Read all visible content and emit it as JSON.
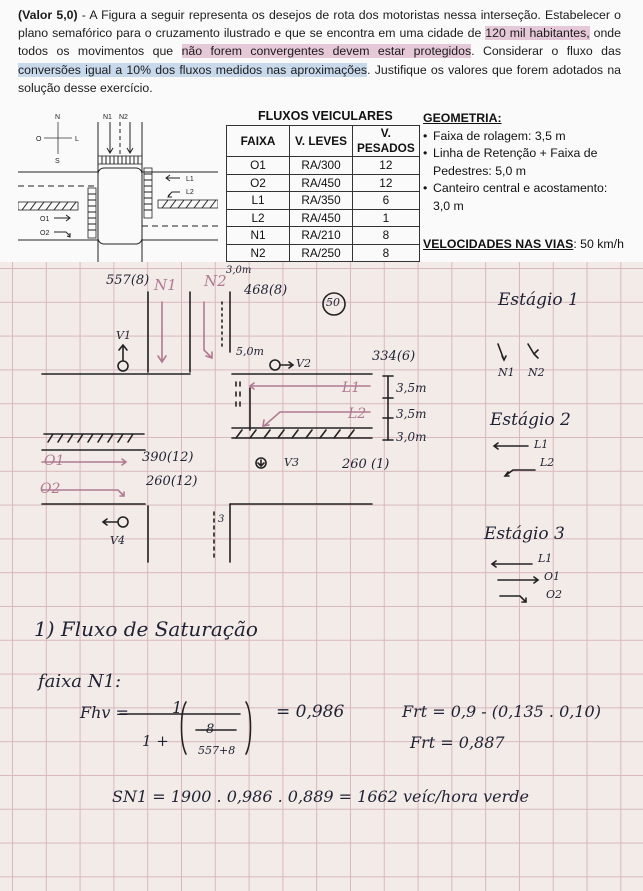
{
  "question": {
    "points": "(Valor 5,0)",
    "text_1": " - A Figura a seguir representa os desejos de rota dos motoristas nessa interseção. Estabelecer o plano semafórico para o cruzamento ilustrado e que se encontra em uma cidade de ",
    "hl_1": "120 mil habitantes,",
    "text_2": " onde todos os movimentos que ",
    "hl_2": "não forem convergentes devem estar protegidos",
    "text_3": ". Considerar o fluxo das ",
    "hl_3": "conversões igual a 10% dos fluxos medidos nas aproximações",
    "text_4": ". Justifique os valores que forem adotados na solução desse exercício."
  },
  "diagram": {
    "compass_n": "N",
    "compass_s": "S",
    "compass_o": "O",
    "compass_l": "L",
    "lane_n1": "N1",
    "lane_n2": "N2",
    "lane_l1": "L1",
    "lane_l2": "L2",
    "lane_o1": "O1",
    "lane_o2": "O2"
  },
  "table": {
    "title": "FLUXOS VEICULARES",
    "headers": [
      "FAIXA",
      "V. LEVES",
      "V. PESADOS"
    ],
    "rows": [
      [
        "O1",
        "RA/300",
        "12"
      ],
      [
        "O2",
        "RA/450",
        "12"
      ],
      [
        "L1",
        "RA/350",
        "6"
      ],
      [
        "L2",
        "RA/450",
        "1"
      ],
      [
        "N1",
        "RA/210",
        "8"
      ],
      [
        "N2",
        "RA/250",
        "8"
      ]
    ]
  },
  "geometry": {
    "title": "GEOMETRIA:",
    "items": [
      "Faixa de rolagem: 3,5 m",
      "Linha de Retenção + Faixa de Pedestres: 5,0 m",
      "Canteiro central e acostamento: 3,0 m"
    ],
    "speed_label": "VELOCIDADES NAS VIAS",
    "speed_value": ": 50 km/h"
  },
  "notes": {
    "n1_flow": "557(8)",
    "n1": "N1",
    "n2": "N2",
    "n2_flow": "468(8)",
    "dim_3m_top": "3,0m",
    "page_no": "50",
    "v1": "V1",
    "dim_5m": "5,0m",
    "v2": "V2",
    "l1_flow": "334(6)",
    "l1": "L1",
    "l2": "L2",
    "dim_35a": "3,5m",
    "dim_35b": "3,5m",
    "dim_30": "3,0m",
    "o1": "O1",
    "o1_flow": "390(12)",
    "o2": "O2",
    "o2_flow": "260(12)",
    "v3": "V3",
    "l2_flow": "260 (1)",
    "v4": "V4",
    "dim_3": "3",
    "stage1": "Estágio 1",
    "s1_n1": "N1",
    "s1_n2": "N2",
    "stage2": "Estágio 2",
    "s2_l1": "L1",
    "s2_l2": "L2",
    "stage3": "Estágio 3",
    "s3_l1": "L1",
    "s3_o1": "O1",
    "s3_o2": "O2",
    "section1": "1) Fluxo de Saturação",
    "lane_heading": "faixa N1:",
    "fhv_label": "Fhv =",
    "fhv_num": "1",
    "fhv_den_a": "1 +",
    "fhv_frac_num": "8",
    "fhv_frac_den": "557+8",
    "fhv_result": "= 0,986",
    "frt_1": "Frt = 0,9 - (0,135 . 0,10)",
    "frt_2": "Frt = 0,887",
    "sn1": "SN1 =   1900 . 0,986 . 0,889  =  1662  veíc/hora verde"
  }
}
